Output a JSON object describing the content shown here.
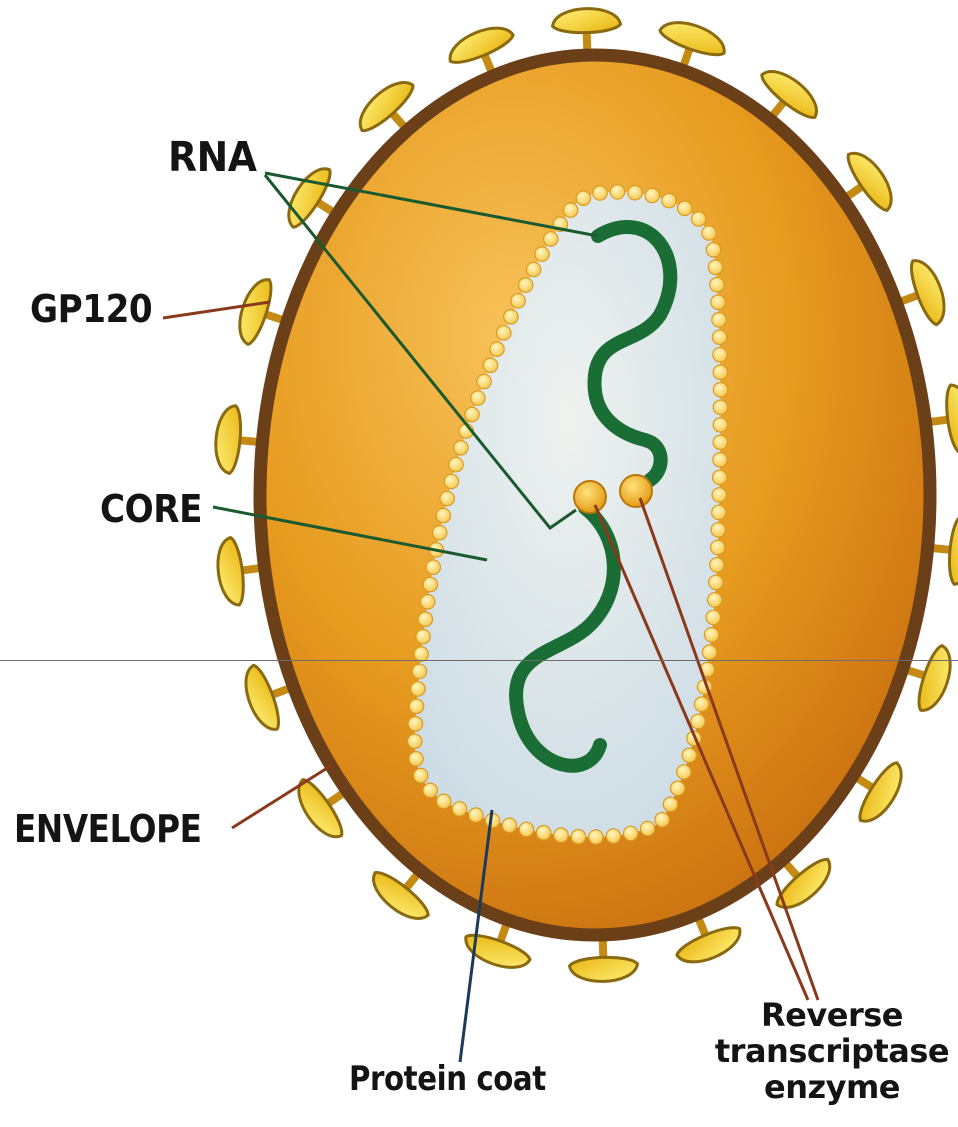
{
  "labels": {
    "rna": "RNA",
    "gp120": "GP120",
    "core": "CORE",
    "envelope": "ENVELOPE",
    "protein_coat": "Protein coat",
    "reverse_transcriptase": [
      "Reverse",
      "transcriptase",
      "enzyme"
    ]
  },
  "colors": {
    "envelope_fill": "#e0951a",
    "envelope_border": "#6b3f17",
    "spike_fill": "#f2d21a",
    "spike_outline": "#8a6a10",
    "core_fill": "#dde7e6",
    "protein_coat_bead": "#ffe07a",
    "rna_strand": "#1a6e35",
    "enzyme": "#f1b51c",
    "leader_green": "#1a5a2e",
    "leader_brown": "#8a3a1c",
    "leader_blue": "#1b3a5a",
    "text": "#141414"
  },
  "icons": {
    "spike": "gp120-spike-icon",
    "enzyme": "reverse-transcriptase-enzyme-icon"
  }
}
